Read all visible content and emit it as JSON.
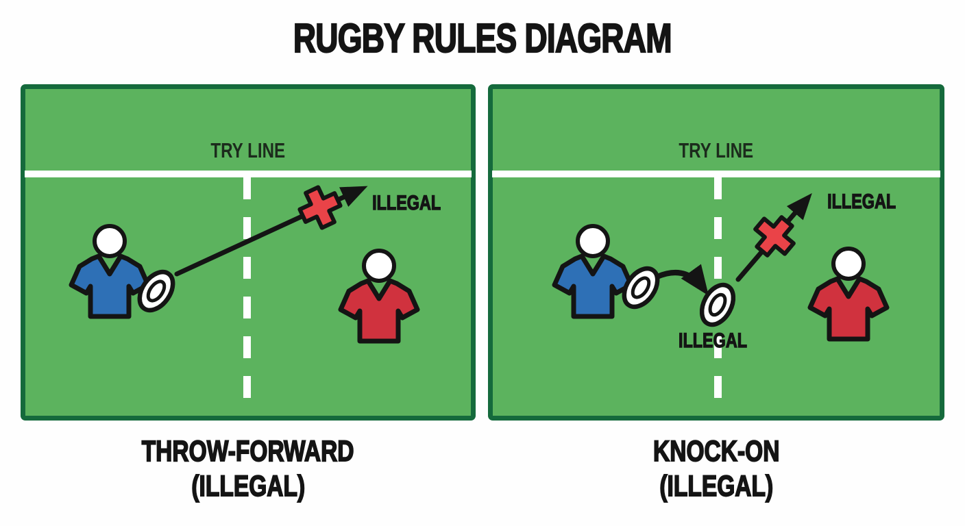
{
  "title": "RUGBY RULES DIAGRAM",
  "colors": {
    "field_green": "#5CB35E",
    "border_green": "#156A3C",
    "line_white": "#FFFFFF",
    "blue_jersey": "#2E70B6",
    "red_jersey": "#D0323E",
    "cross_red": "#EA4348",
    "ink": "#141414",
    "field_label": "#1C2B1C"
  },
  "panels": [
    {
      "name": "throw-forward",
      "try_line_label": "TRY LINE",
      "pass_illegal_label": "ILLEGAL",
      "caption": [
        "THROW-FORWARD",
        "(ILLEGAL)"
      ]
    },
    {
      "name": "knock-on",
      "try_line_label": "TRY LINE",
      "pass_illegal_label": "ILLEGAL",
      "knock_illegal_label": "ILLEGAL",
      "caption": [
        "KNOCK-ON",
        "(ILLEGAL)"
      ]
    }
  ]
}
